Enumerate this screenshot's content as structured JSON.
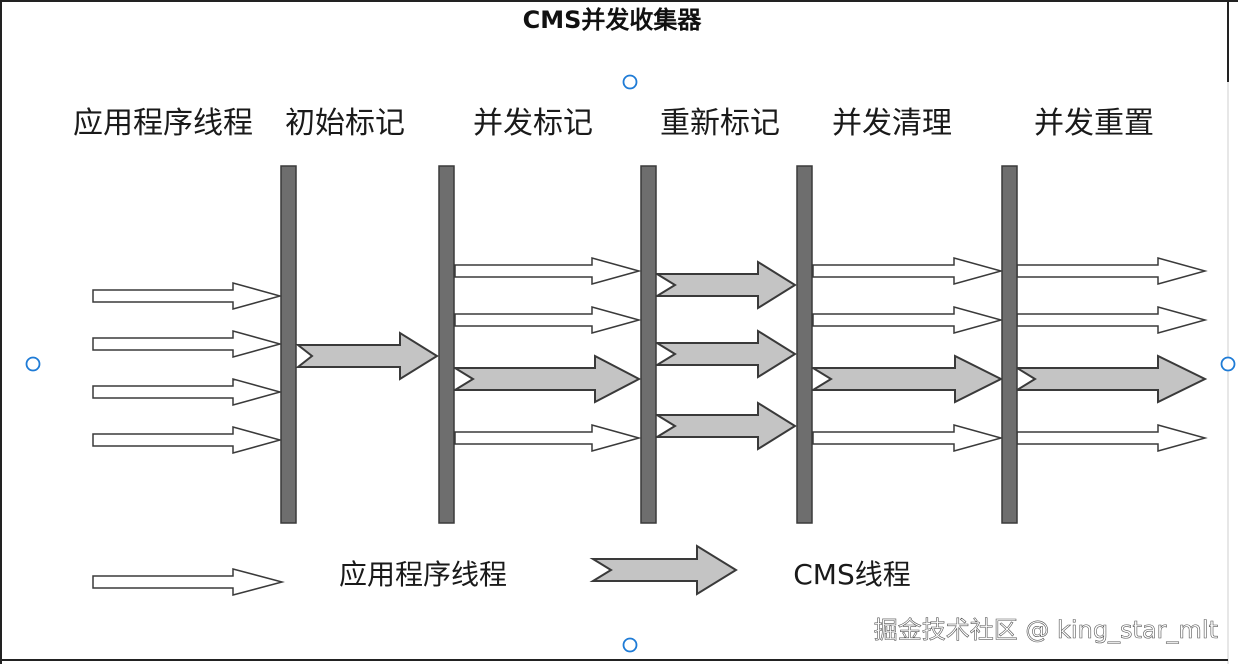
{
  "title": "CMS并发收集器",
  "stages": [
    "应用程序线程",
    "初始标记",
    "并发标记",
    "重新标记",
    "并发清理",
    "并发重置"
  ],
  "legend": {
    "app_label": "应用程序线程",
    "cms_label": "CMS线程"
  },
  "watermark": "掘金技术社区 @ king_star_mlt",
  "colors": {
    "cms_arrow": "#c4c4c4",
    "app_arrow": "#ffffff",
    "barrier": "#6e6e6e",
    "handle": "#1e7bd6"
  }
}
